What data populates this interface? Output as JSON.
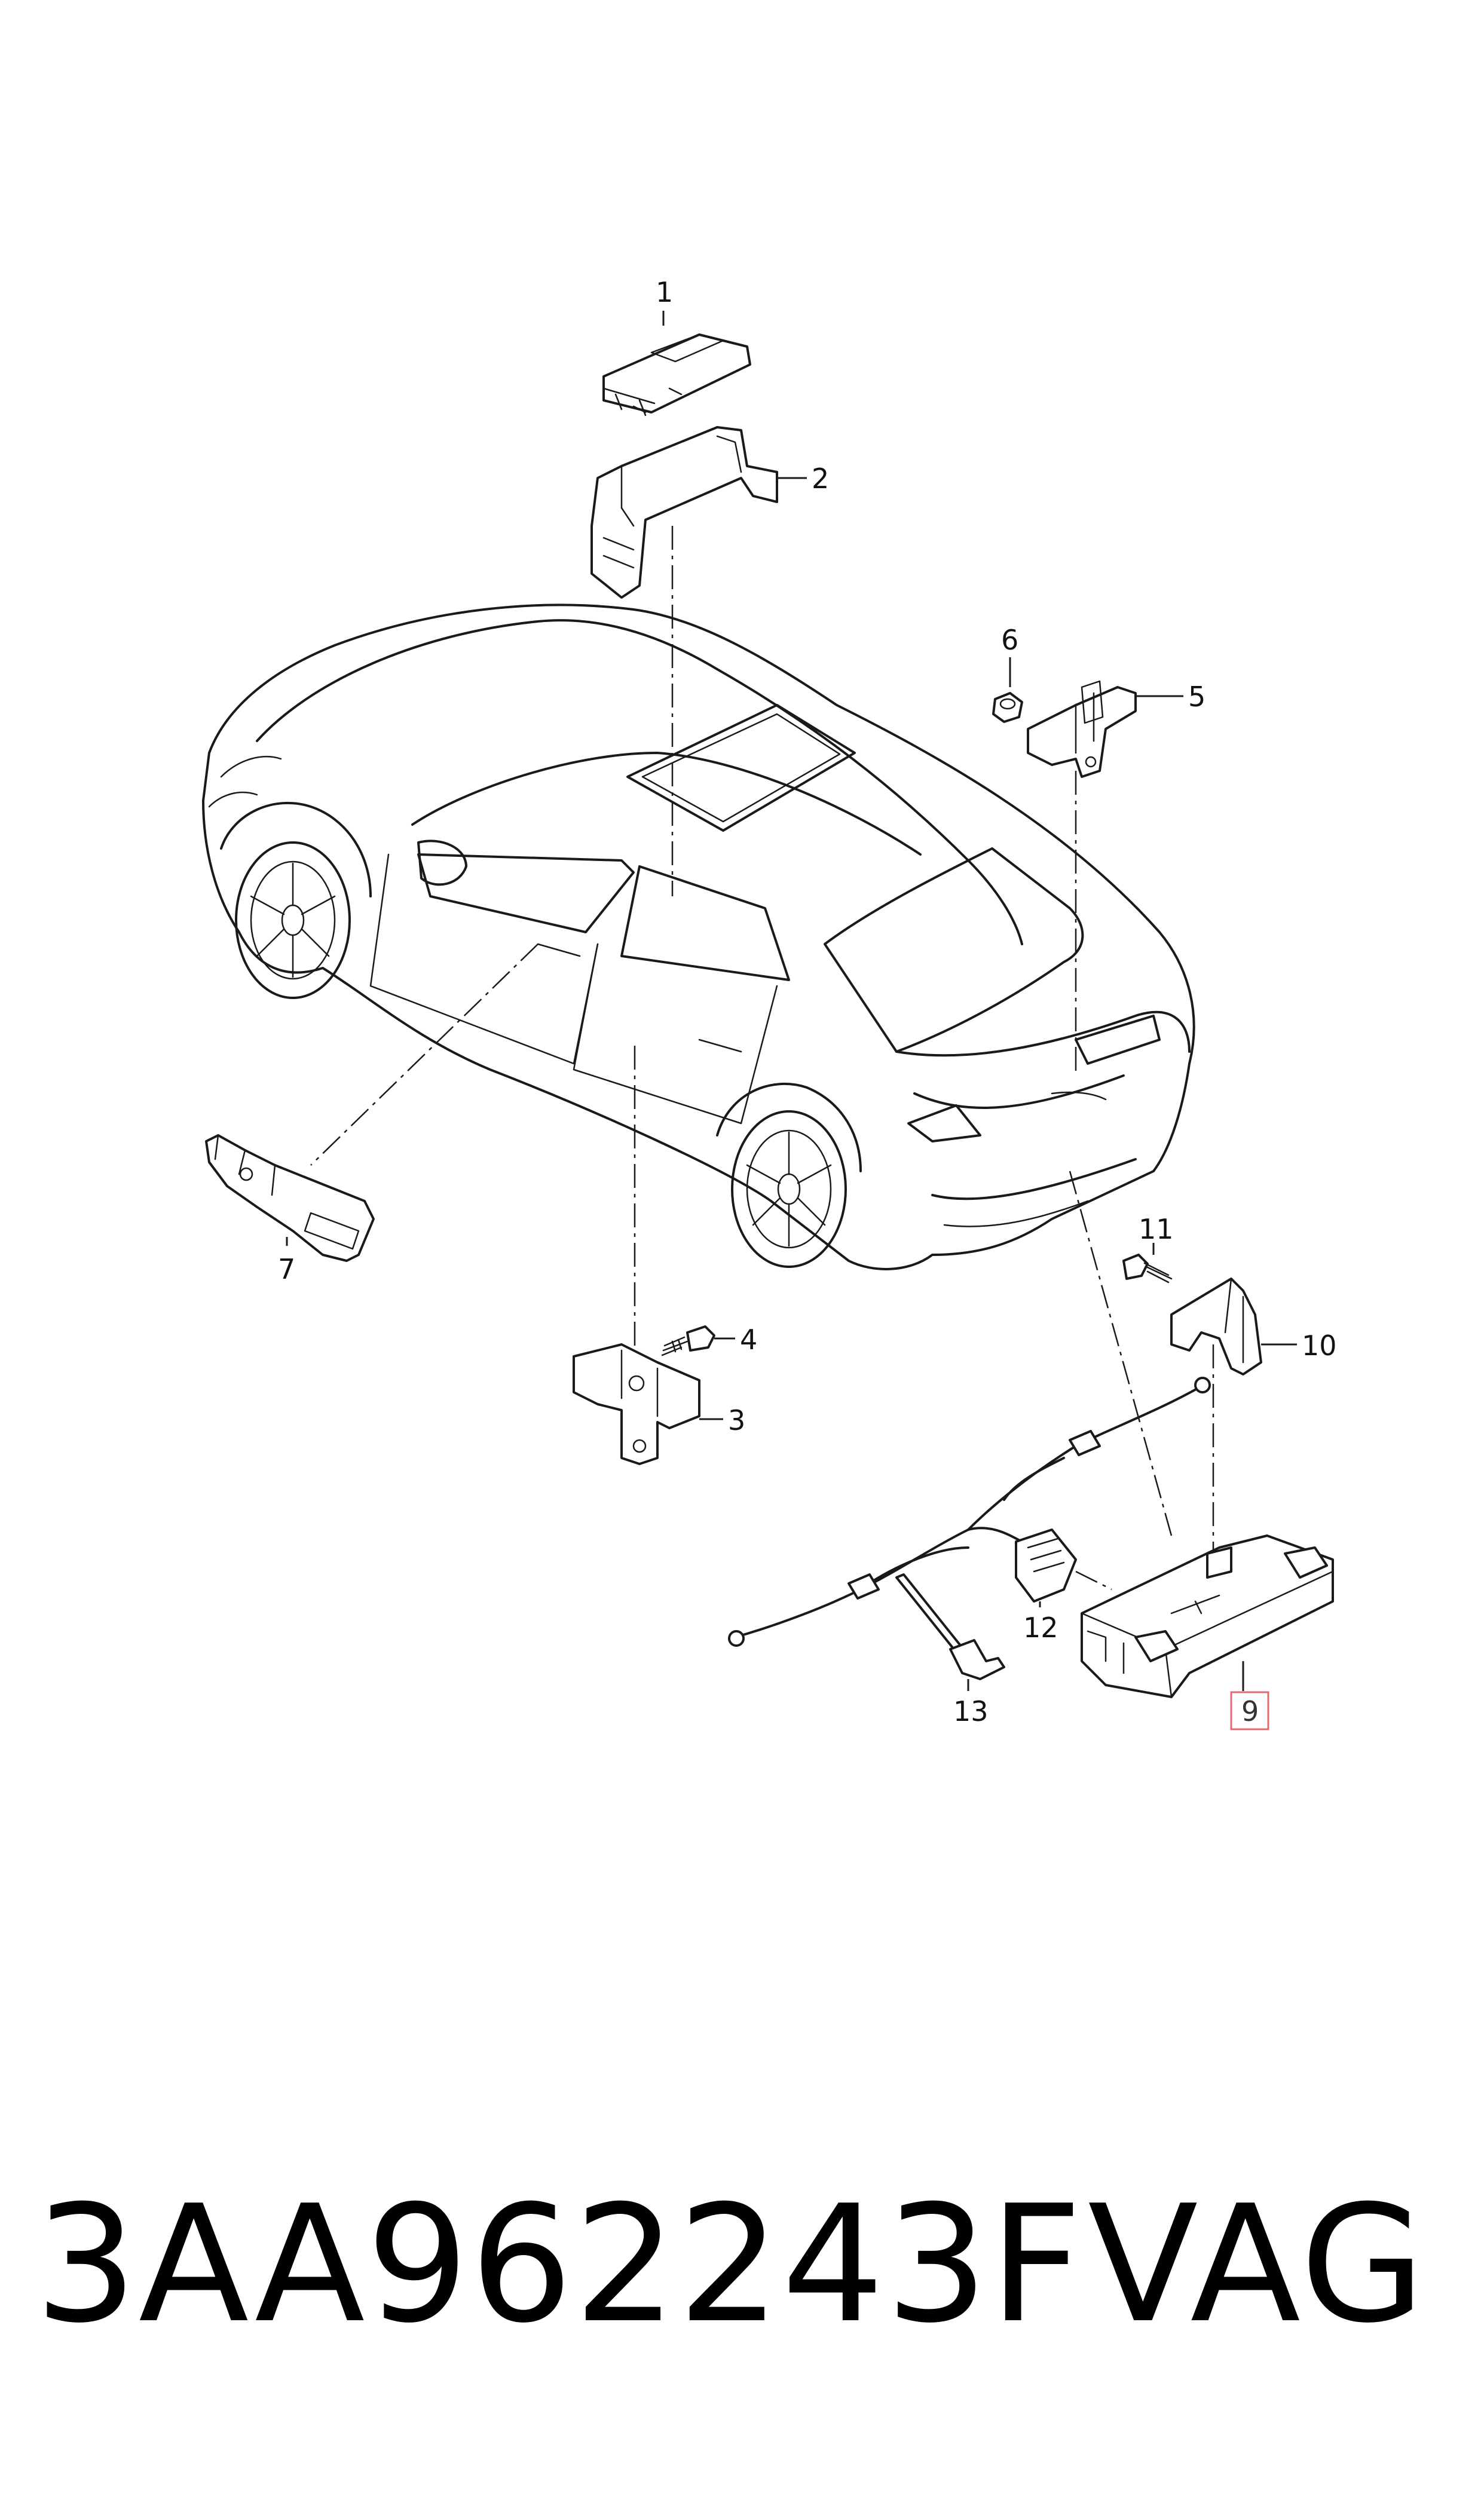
{
  "callouts": {
    "c1": "1",
    "c2": "2",
    "c3": "3",
    "c4": "4",
    "c5": "5",
    "c6": "6",
    "c7": "7",
    "c9": "9",
    "c10": "10",
    "c11": "11",
    "c12": "12",
    "c13": "13"
  },
  "highlight_callout": "9",
  "highlight_color": "#e06a70",
  "footer": {
    "part_number": "3AA962243F",
    "brand": "VAG"
  }
}
